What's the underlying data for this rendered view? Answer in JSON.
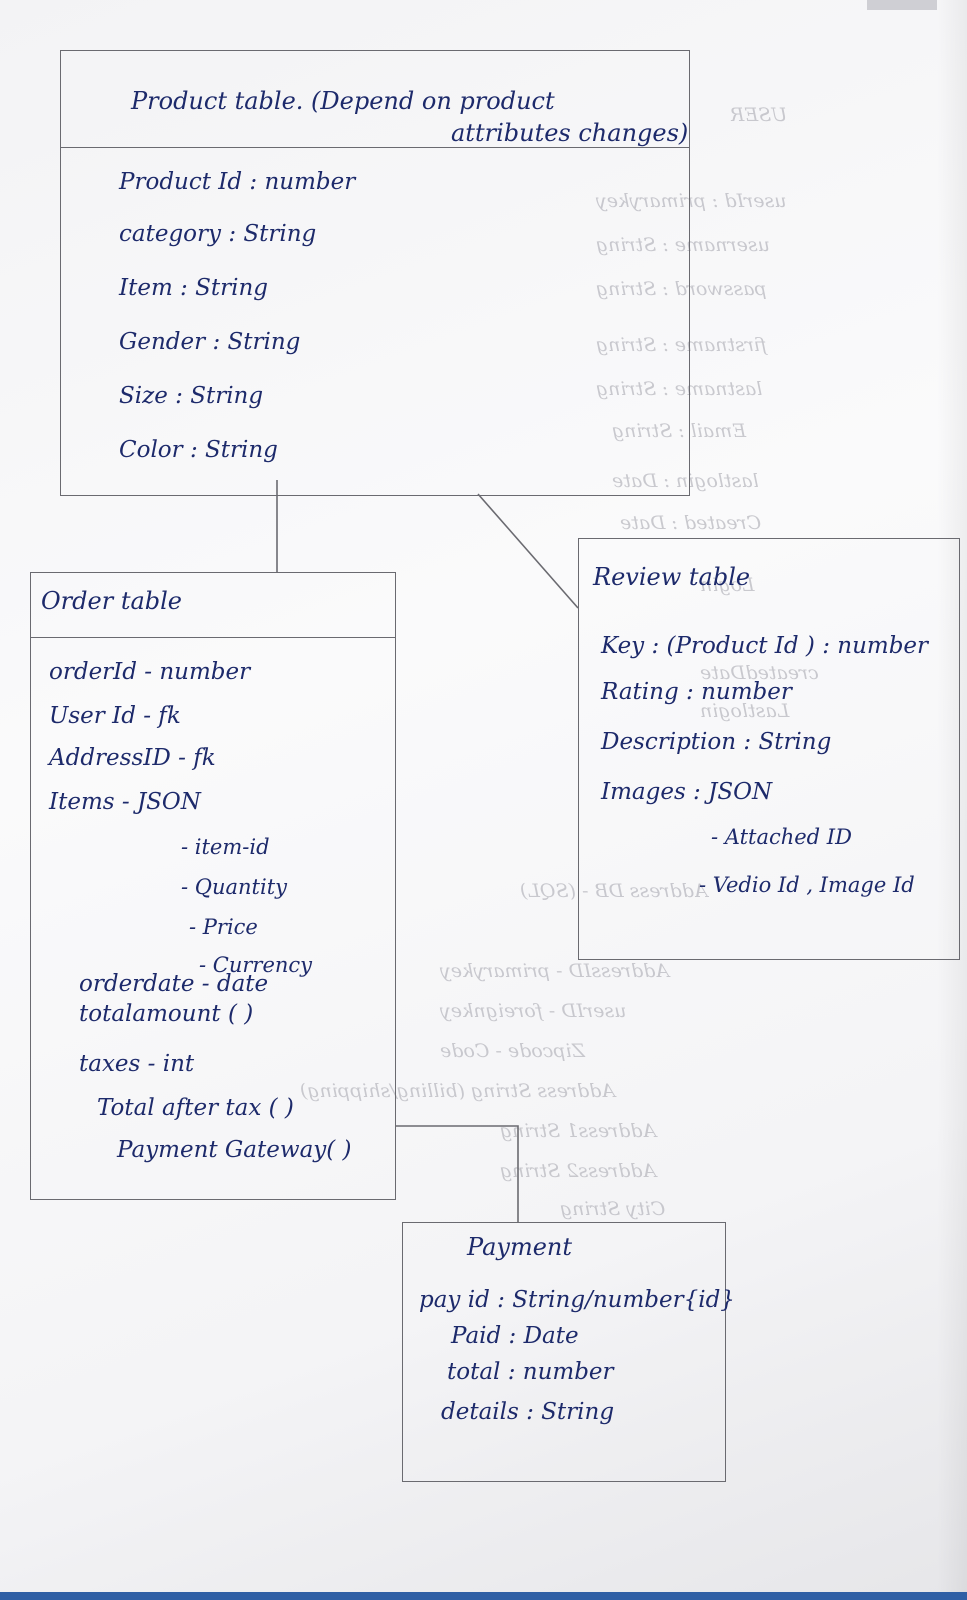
{
  "product_table": {
    "title_line1": "Product table. (Depend on product",
    "title_line2": "attributes changes)",
    "fields": [
      "Product Id : number",
      "category : String",
      "Item : String",
      "Gender : String",
      "Size : String",
      "Color : String"
    ]
  },
  "order_table": {
    "title": "Order table",
    "fields": [
      "orderId - number",
      "User Id - fk",
      "AddressID - fk",
      "Items - JSON",
      "- item-id",
      "- Quantity",
      "- Price",
      "- Currency",
      "orderdate - date",
      "totalamount ( )",
      "taxes - int",
      "Total after tax ( )",
      "Payment Gateway( )"
    ]
  },
  "review_table": {
    "title": "Review table",
    "fields": [
      "Key : (Product Id ) : number",
      "Rating : number",
      "Description : String",
      "Images : JSON",
      "- Attached ID",
      "- Vedio Id , Image Id"
    ]
  },
  "payment_table": {
    "title": "Payment",
    "fields": [
      "pay id : String/number{id}",
      "Paid : Date",
      "total : number",
      "details : String"
    ]
  }
}
